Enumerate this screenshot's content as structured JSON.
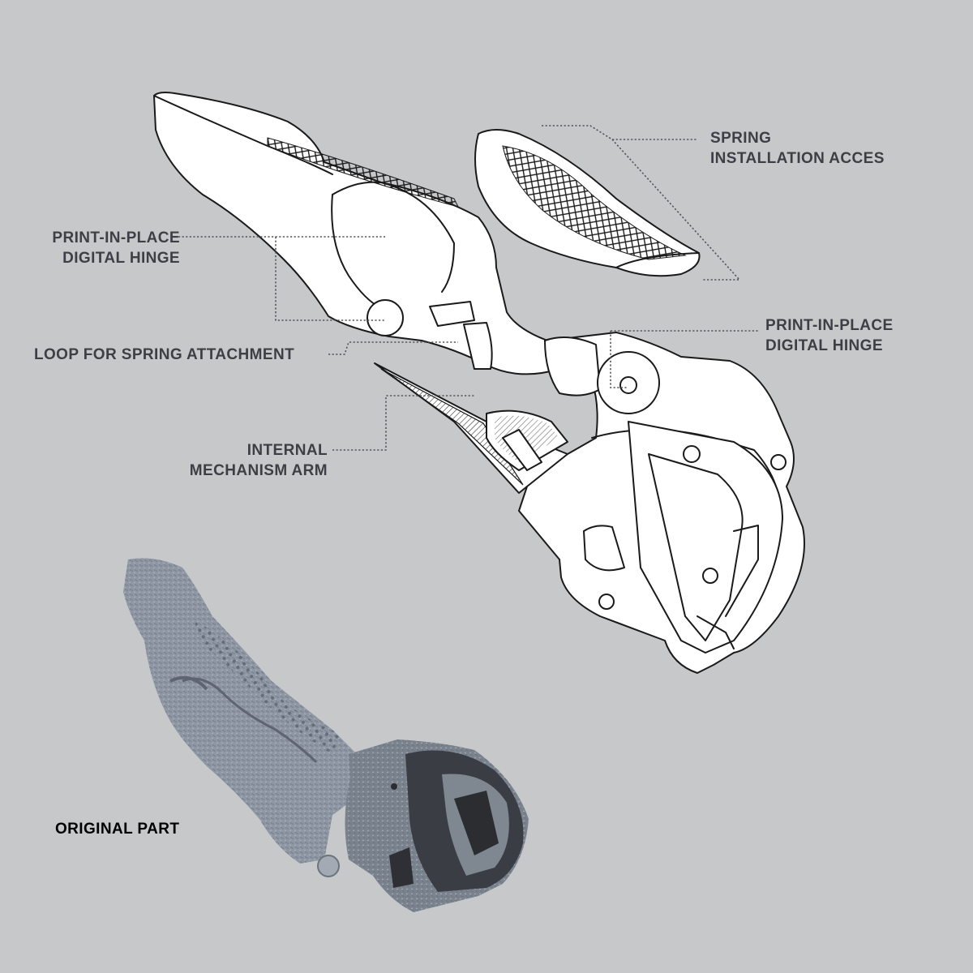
{
  "labels": {
    "spring_access": [
      "SPRING",
      "INSTALLATION ACCES"
    ],
    "hinge_left": [
      "PRINT-IN-PLACE",
      "DIGITAL HINGE"
    ],
    "hinge_right": [
      "PRINT-IN-PLACE",
      "DIGITAL HINGE"
    ],
    "loop": [
      "LOOP FOR SPRING ATTACHMENT"
    ],
    "arm": [
      "INTERNAL",
      "MECHANISM ARM"
    ],
    "original": [
      "ORIGINAL PART"
    ]
  },
  "colors": {
    "background": "#c7c8ca",
    "label_text": "#3e3f46",
    "original_label_text": "#000000",
    "line_art": "#1a1a1a",
    "part_fill": "#ffffff",
    "photo_part": "#8e97a3"
  }
}
